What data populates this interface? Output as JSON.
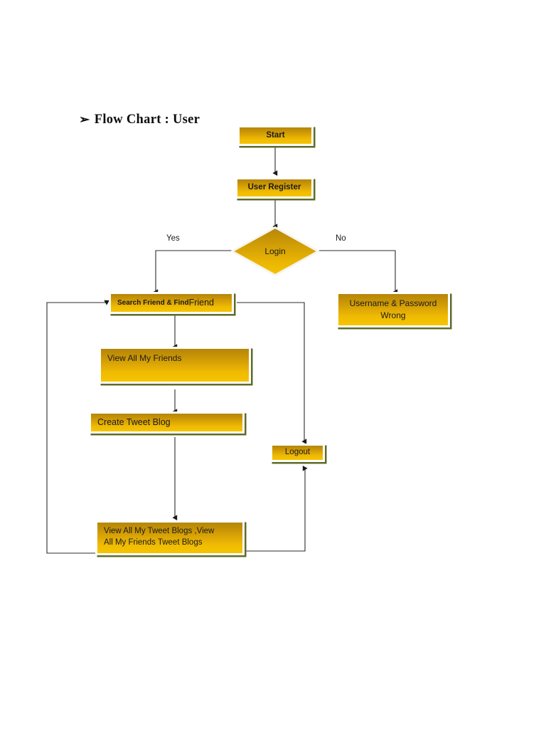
{
  "page": {
    "background": "#ffffff",
    "title": "Flow Chart  :  User",
    "bullet_glyph": "➢"
  },
  "theme": {
    "node_fill_top": "#b4860a",
    "node_fill_bottom": "#f5c400",
    "node_frame": "#ffffff",
    "node_shadow": "#5e6b2a",
    "connector_color": "#262626",
    "text_color": "#1b1b1b"
  },
  "chart_data": {
    "type": "diagram",
    "title": "Flow Chart  :  User",
    "nodes": [
      {
        "id": "start",
        "label": "Start",
        "shape": "process",
        "align": "center"
      },
      {
        "id": "register",
        "label": "User Register",
        "shape": "process",
        "align": "center"
      },
      {
        "id": "login",
        "label": "Login",
        "shape": "decision",
        "align": "center"
      },
      {
        "id": "search",
        "label": "Search Friend & Find Friend",
        "shape": "process",
        "align": "midleft"
      },
      {
        "id": "wrong",
        "label": "Username & Password\nWrong",
        "shape": "process",
        "align": "center"
      },
      {
        "id": "friends",
        "label": "View All My Friends",
        "shape": "process",
        "align": "topleft"
      },
      {
        "id": "tweet",
        "label": "Create Tweet Blog",
        "shape": "process",
        "align": "midleft"
      },
      {
        "id": "blogs",
        "label": "View All My Tweet Blogs  ,View\nAll My Friends Tweet Blogs",
        "shape": "process",
        "align": "topleft"
      },
      {
        "id": "logout",
        "label": "Logout",
        "shape": "process",
        "align": "center"
      }
    ],
    "edges": [
      {
        "from": "start",
        "to": "register",
        "label": ""
      },
      {
        "from": "register",
        "to": "login",
        "label": ""
      },
      {
        "from": "login",
        "to": "search",
        "label": "Yes"
      },
      {
        "from": "login",
        "to": "wrong",
        "label": "No"
      },
      {
        "from": "search",
        "to": "friends",
        "label": ""
      },
      {
        "from": "friends",
        "to": "tweet",
        "label": ""
      },
      {
        "from": "tweet",
        "to": "blogs",
        "label": ""
      },
      {
        "from": "search",
        "to": "logout",
        "label": ""
      },
      {
        "from": "blogs",
        "to": "search",
        "label": ""
      },
      {
        "from": "blogs",
        "to": "logout",
        "label": ""
      }
    ],
    "edge_labels": {
      "yes": "Yes",
      "no": "No"
    }
  },
  "nodes": {
    "start": {
      "label": "Start"
    },
    "register": {
      "label": "User Register"
    },
    "login": {
      "label": "Login"
    },
    "search": {
      "label_a": "Search Friend & Find ",
      "label_b": "Friend"
    },
    "wrong": {
      "label": "Username & Password\nWrong"
    },
    "friends": {
      "label": "View All My Friends"
    },
    "tweet": {
      "label": "Create Tweet Blog"
    },
    "blogs": {
      "label": "View All My Tweet Blogs  ,View\nAll My Friends Tweet Blogs"
    },
    "logout": {
      "label": "Logout"
    }
  },
  "labels": {
    "yes": "Yes",
    "no": "No"
  }
}
